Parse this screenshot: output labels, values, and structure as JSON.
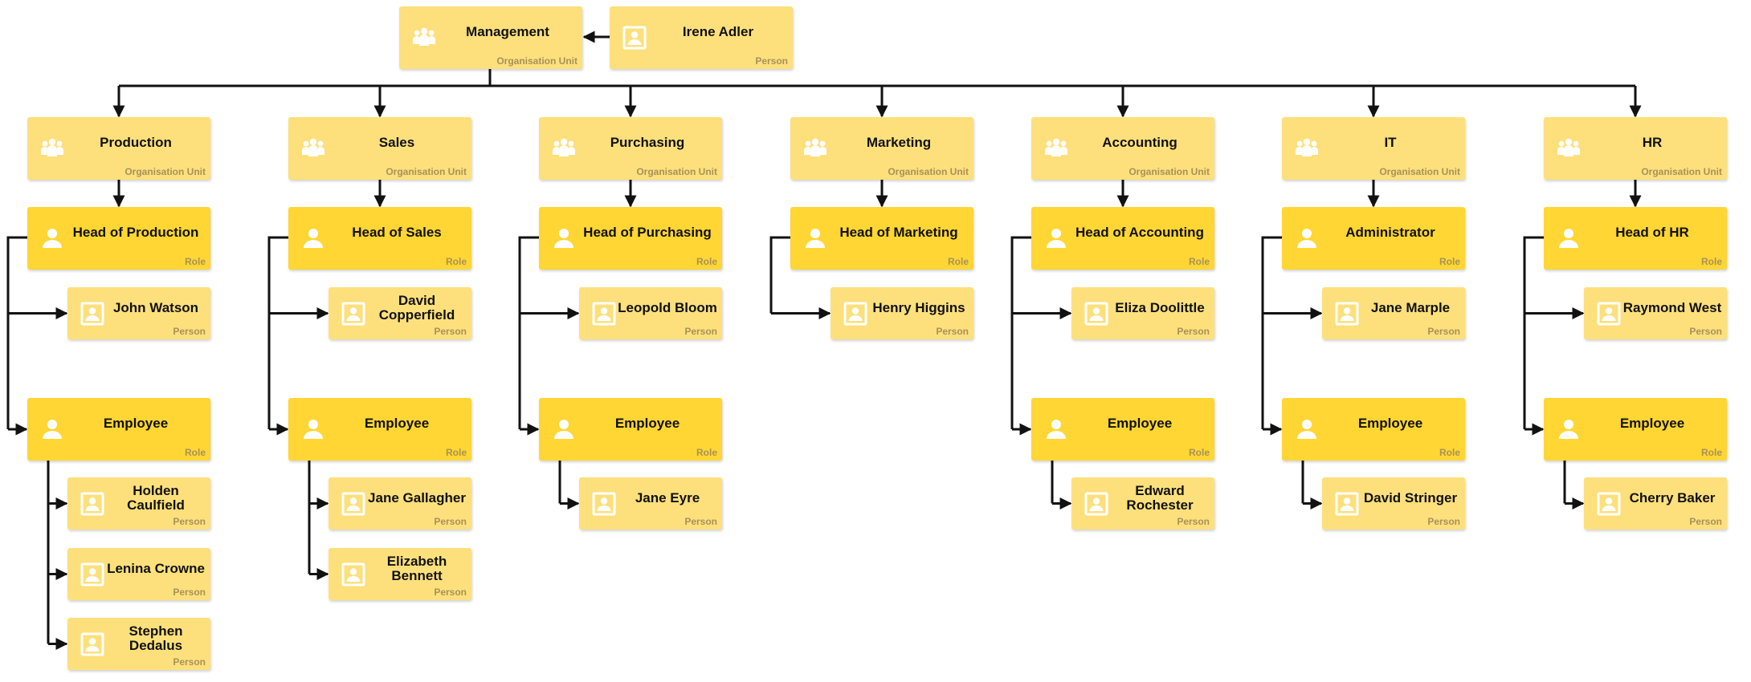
{
  "colors": {
    "unit": "#fde07c",
    "role": "#ffd633",
    "person": "#fde07c",
    "edge": "#111111",
    "type_label": "#a8915a"
  },
  "types": {
    "unit": "Organisation Unit",
    "role": "Role",
    "person": "Person"
  },
  "root": {
    "name": "Management",
    "kind": "unit",
    "icon": "group-icon"
  },
  "root_person": {
    "name": "Irene Adler",
    "kind": "person",
    "icon": "person-card-icon"
  },
  "departments": [
    {
      "name": "Production",
      "head": {
        "name": "Head of Production",
        "persons": [
          "John Watson"
        ]
      },
      "employee": {
        "name": "Employee",
        "persons": [
          "Holden Caulfield",
          "Lenina Crowne",
          "Stephen Dedalus"
        ]
      }
    },
    {
      "name": "Sales",
      "head": {
        "name": "Head of Sales",
        "persons": [
          "David Copperfield"
        ]
      },
      "employee": {
        "name": "Employee",
        "persons": [
          "Jane Gallagher",
          "Elizabeth Bennett"
        ]
      }
    },
    {
      "name": "Purchasing",
      "head": {
        "name": "Head of Purchasing",
        "persons": [
          "Leopold Bloom"
        ]
      },
      "employee": {
        "name": "Employee",
        "persons": [
          "Jane Eyre"
        ]
      }
    },
    {
      "name": "Marketing",
      "head": {
        "name": "Head of Marketing",
        "persons": [
          "Henry Higgins"
        ]
      },
      "employee": null
    },
    {
      "name": "Accounting",
      "head": {
        "name": "Head of Accounting",
        "persons": [
          "Eliza Doolittle"
        ]
      },
      "employee": {
        "name": "Employee",
        "persons": [
          "Edward Rochester"
        ]
      }
    },
    {
      "name": "IT",
      "head": {
        "name": "Administrator",
        "persons": [
          "Jane Marple"
        ]
      },
      "employee": {
        "name": "Employee",
        "persons": [
          "David Stringer"
        ]
      }
    },
    {
      "name": "HR",
      "head": {
        "name": "Head of HR",
        "persons": [
          "Raymond West"
        ]
      },
      "employee": {
        "name": "Employee",
        "persons": [
          "Cherry Baker"
        ]
      }
    }
  ]
}
